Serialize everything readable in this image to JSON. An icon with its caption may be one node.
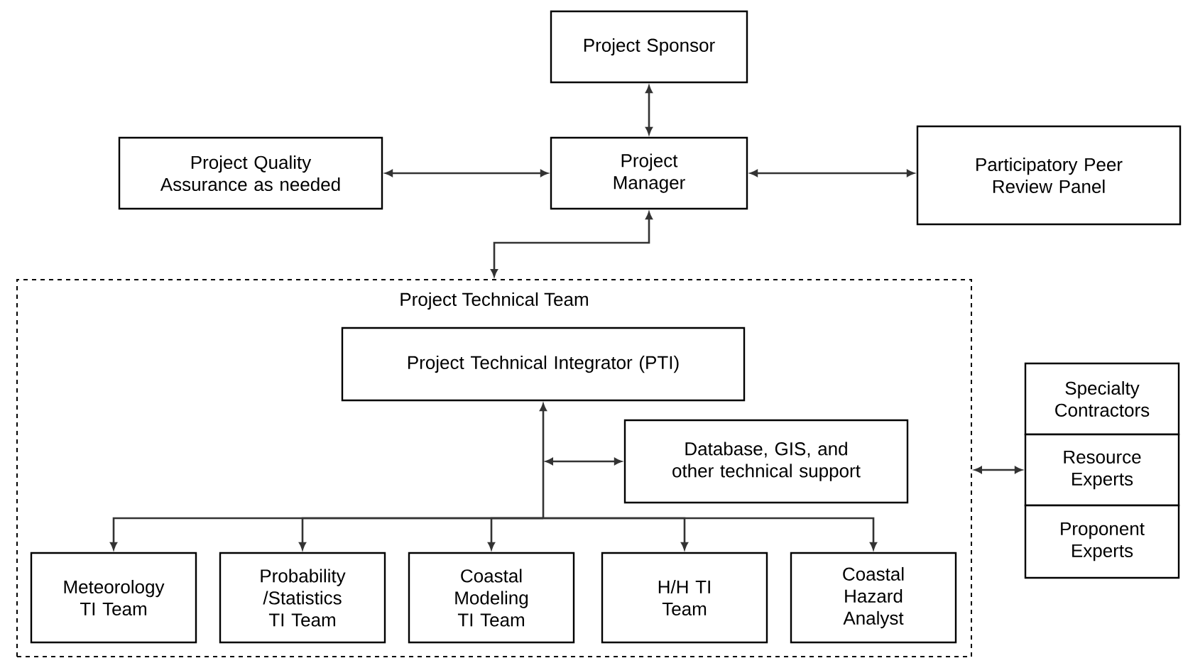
{
  "diagram": {
    "nodes": [
      {
        "text": [
          "Project Sponsor"
        ]
      },
      {
        "text": [
          "Project Quality Assurance as needed"
        ]
      },
      {
        "text": [
          "Project Manager"
        ]
      },
      {
        "text": [
          "Participatory Peer Review Panel"
        ]
      },
      {
        "text": [
          "Project Technical Team"
        ]
      },
      {
        "text": [
          "Project Technical Integrator (PTI)"
        ],
        "in": 4
      },
      {
        "text": [
          "Database, GIS, and other technical support"
        ],
        "in": 4
      },
      {
        "text": [
          "Meteorology TI Team"
        ],
        "in": 4
      },
      {
        "text": [
          "Probability /Statistics TI Team"
        ],
        "in": 4
      },
      {
        "text": [
          "Coastal Modeling TI Team"
        ],
        "in": 4
      },
      {
        "text": [
          "H/H TI Team"
        ],
        "in": 4
      },
      {
        "text": [
          "Coastal Hazard Analyst"
        ],
        "in": 4
      },
      {
        "text": [
          "Specialty Contractors"
        ]
      },
      {
        "text": [
          "Resource Experts"
        ]
      },
      {
        "text": [
          "Proponent Experts"
        ]
      }
    ],
    "edges": [
      {
        "from": 0,
        "to": 2,
        "arrow": "both"
      },
      {
        "from": 1,
        "to": 2,
        "arrow": "both"
      },
      {
        "from": 2,
        "to": 3,
        "arrow": "both"
      },
      {
        "from": 2,
        "to": 4,
        "arrow": "both"
      },
      {
        "from": 5,
        "to": 7,
        "arrow": "both"
      },
      {
        "from": 5,
        "to": 8,
        "arrow": "both"
      },
      {
        "from": 5,
        "to": 9,
        "arrow": "both"
      },
      {
        "from": 5,
        "to": 10,
        "arrow": "both"
      },
      {
        "from": 5,
        "to": 11,
        "arrow": "both"
      },
      {
        "from": null,
        "to": 6,
        "arrow": "both"
      },
      {
        "from": 4,
        "to": 13,
        "arrow": "both"
      }
    ]
  }
}
